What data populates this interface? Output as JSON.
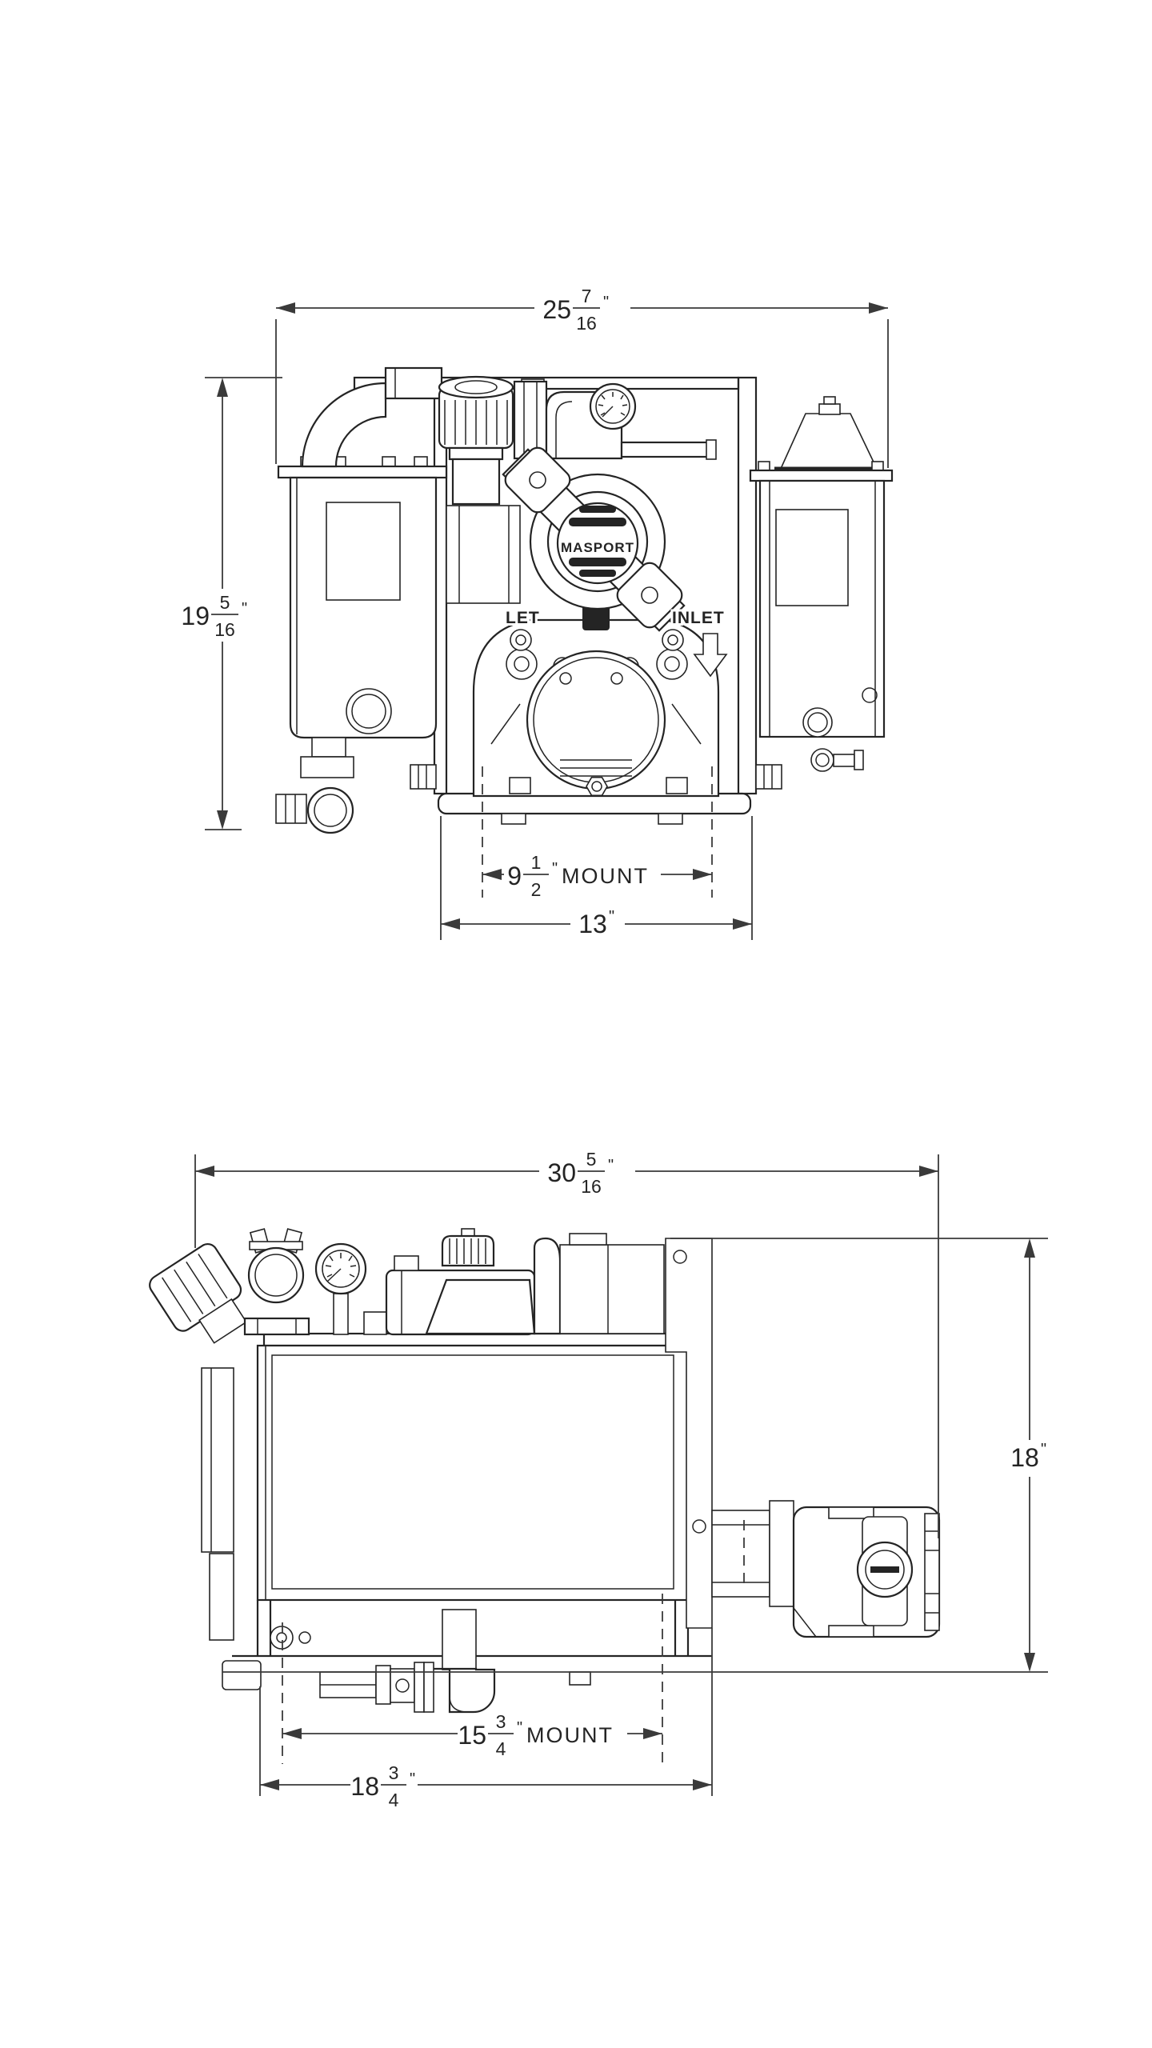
{
  "front_view": {
    "dim_overall_width": {
      "whole": "25",
      "num": "7",
      "den": "16",
      "unit": "\""
    },
    "dim_overall_height": {
      "whole": "19",
      "num": "5",
      "den": "16",
      "unit": "\""
    },
    "dim_mount": {
      "whole": "9",
      "num": "1",
      "den": "2",
      "unit": "\"",
      "label": "MOUNT"
    },
    "dim_base": {
      "value": "13",
      "unit": "\""
    },
    "inlet_left": "LET",
    "inlet_right": "INLET",
    "logo_text": "MASPORT"
  },
  "side_view": {
    "dim_overall_width": {
      "whole": "30",
      "num": "5",
      "den": "16",
      "unit": "\""
    },
    "dim_overall_height": {
      "value": "18",
      "unit": "\""
    },
    "dim_mount": {
      "whole": "15",
      "num": "3",
      "den": "4",
      "unit": "\"",
      "label": "MOUNT"
    },
    "dim_base": {
      "whole": "18",
      "num": "3",
      "den": "4",
      "unit": "\""
    }
  },
  "colors": {
    "line": "#242424",
    "background": "#ffffff"
  }
}
